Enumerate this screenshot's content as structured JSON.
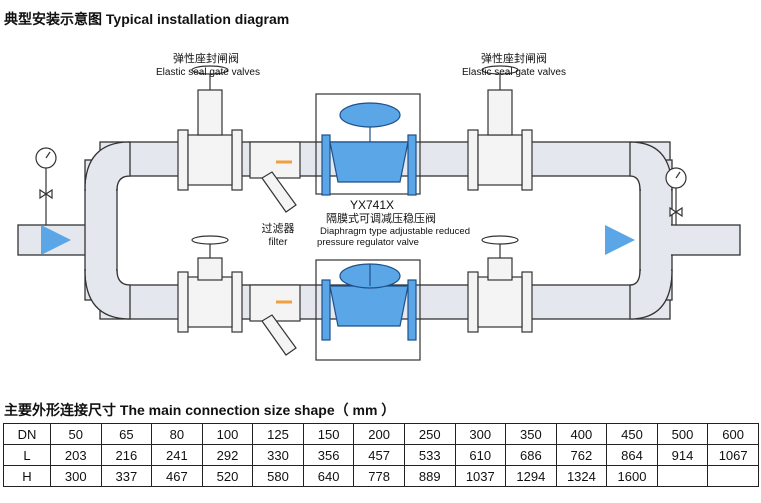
{
  "heading_diagram": "典型安装示意图 Typical installation diagram",
  "heading_table": "主要外形连接尺寸 The main connection size shape（ mm ）",
  "labels": {
    "gate_valve_cn": "弹性座封闸阀",
    "gate_valve_en": "Elastic seal gate valves",
    "model": "YX741X",
    "prv_cn": "隔膜式可调减压稳压阀",
    "prv_en_1": "Diaphragm type adjustable reduced",
    "prv_en_2": "pressure regulator valve",
    "filter_cn": "过滤器",
    "filter_en": "filter"
  },
  "table": {
    "rows": [
      {
        "label": "DN",
        "values": [
          "50",
          "65",
          "80",
          "100",
          "125",
          "150",
          "200",
          "250",
          "300",
          "350",
          "400",
          "450",
          "500",
          "600"
        ]
      },
      {
        "label": "L",
        "values": [
          "203",
          "216",
          "241",
          "292",
          "330",
          "356",
          "457",
          "533",
          "610",
          "686",
          "762",
          "864",
          "914",
          "1067"
        ]
      },
      {
        "label": "H",
        "values": [
          "300",
          "337",
          "467",
          "520",
          "580",
          "640",
          "778",
          "889",
          "1037",
          "1294",
          "1324",
          "1600"
        ]
      }
    ]
  },
  "colors": {
    "pipe": "#e4e8ee",
    "valve_blue": "#5aa6e6",
    "arrow_blue": "#5aa6e6",
    "filter_arrow": "#f0a040",
    "outline": "#333333"
  }
}
